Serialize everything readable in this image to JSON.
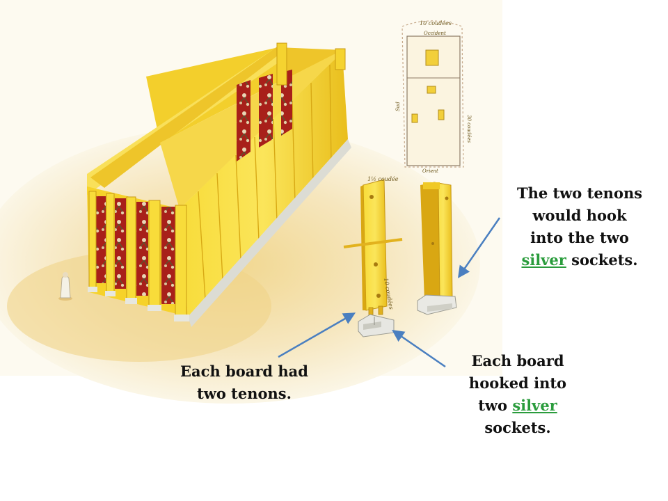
{
  "captions": {
    "tenons": {
      "line1": "Each board had",
      "line2": "two tenons."
    },
    "hook": {
      "line1": "The two tenons",
      "line2": "would hook",
      "line3": "into the two",
      "line4_link": "silver",
      "line4_rest": " sockets."
    },
    "board": {
      "line1": "Each board",
      "line2": "hooked into",
      "line3_prefix": "two ",
      "line3_link": "silver",
      "line4": "sockets."
    }
  },
  "illustration_notes": {
    "plan_top": "10 coudées",
    "plan_sub": "Occident",
    "plan_bottom": "Orient",
    "plan_right": "30 coudées",
    "plan_left": "Sud",
    "board_width": "1½ coudée",
    "board_height": "10 coudées"
  },
  "colors": {
    "gold": "#f6d21e",
    "gold_dark": "#cf9b10",
    "curtain_red": "#a8201a",
    "arrow_blue": "#4a7fc0",
    "silver_link": "#2a9c3c",
    "sand": "#f4e3b6"
  }
}
